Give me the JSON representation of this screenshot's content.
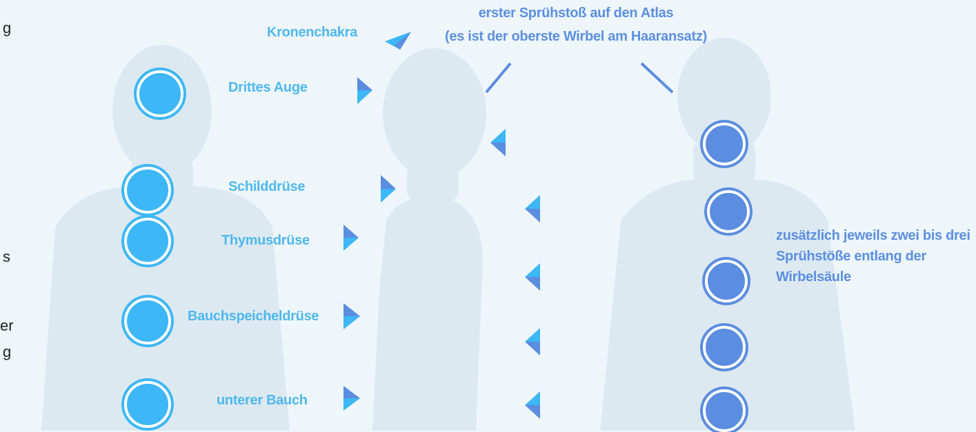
{
  "edge_text": [
    "g",
    "s",
    "er",
    "g"
  ],
  "top_note": {
    "line1": "erster Sprühstoß auf den Atlas",
    "line2": "(es ist der oberste Wirbel am Haaransatz)"
  },
  "front_labels": {
    "crown": "Kronenchakra",
    "third_eye": "Drittes Auge",
    "thyroid": "Schilddrüse",
    "thymus": "Thymusdrüse",
    "pancreas": "Bauchspeicheldrüse",
    "lower_belly": "unterer Bauch"
  },
  "spine_note": "zusätzlich jeweils zwei bis drei Sprühstöße entlang der Wirbelsäule",
  "colors": {
    "light_blue": "#3db7f5",
    "dark_blue": "#5b8de0",
    "label_light": "#4fb8ef",
    "label_dark": "#5c8fe0",
    "background": "#eef6fb"
  }
}
